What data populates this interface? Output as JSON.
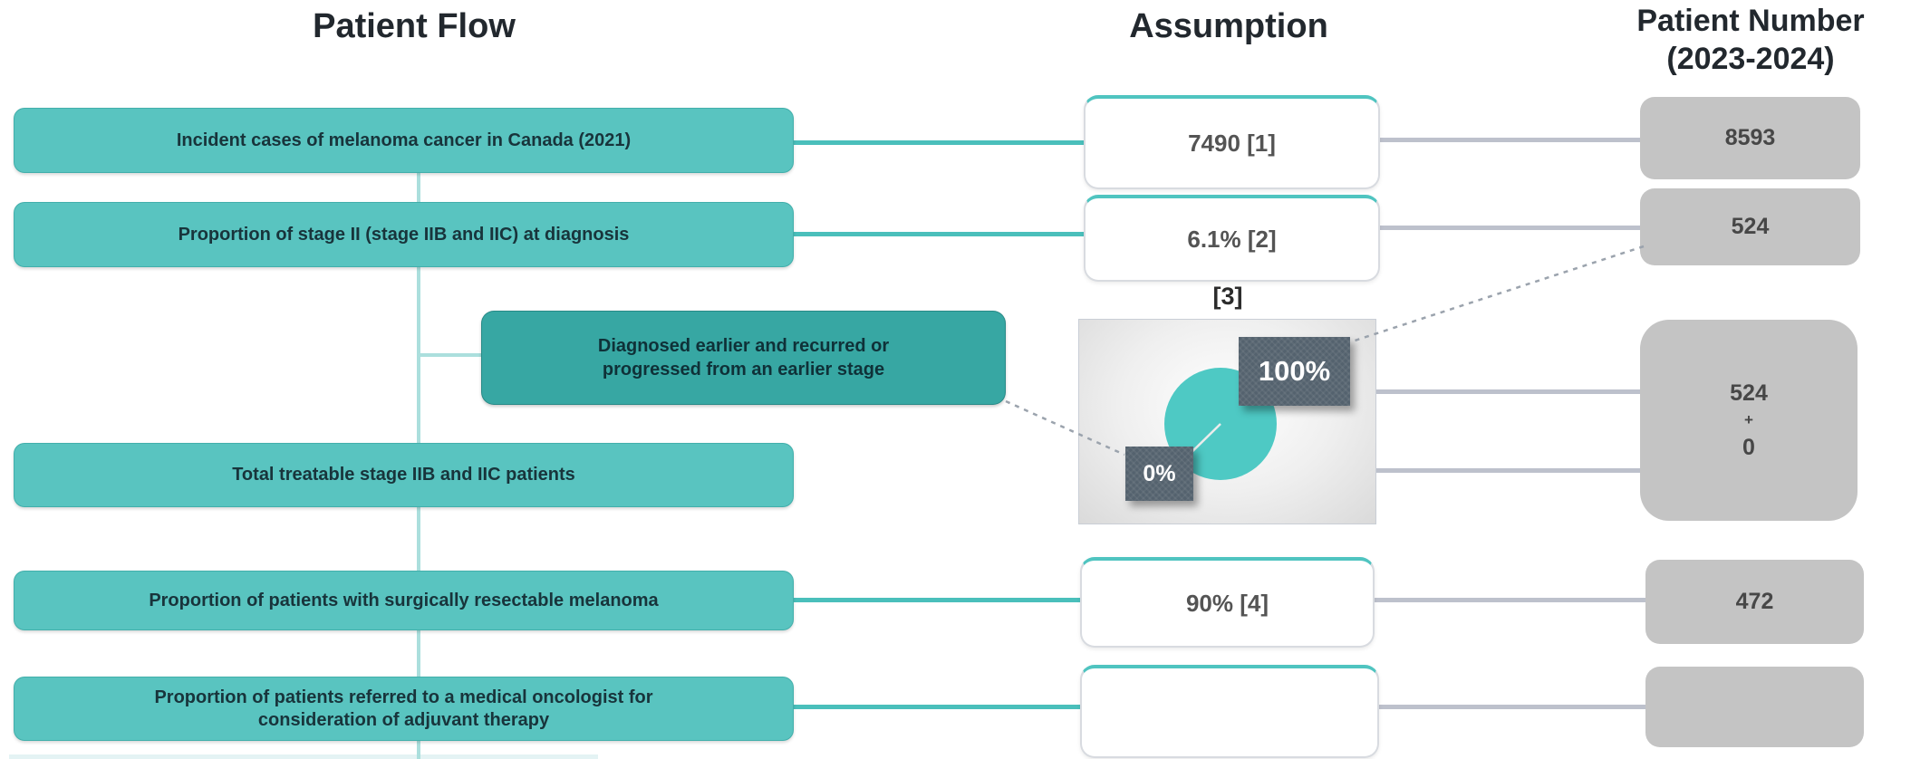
{
  "title_row": {
    "flow": "Patient Flow",
    "assumption": "Assumption",
    "patient_number_line1": "Patient Number",
    "patient_number_line2": "(2023-2024)"
  },
  "flow_rows": [
    {
      "label": "Incident cases of melanoma cancer in Canada (2021)",
      "assumption": "7490 [1]",
      "patients": "8593"
    },
    {
      "label": "Proportion of stage II (stage IIB and IIC) at diagnosis",
      "assumption": "6.1% [2]",
      "patients": "524"
    },
    {
      "label": "Total treatable stage IIB and IIC patients",
      "assumption_ref": "[3]",
      "patients": [
        "524",
        "+",
        "0"
      ]
    },
    {
      "label": "Proportion of patients with surgically resectable melanoma",
      "assumption": "90% [4]",
      "patients": "472"
    },
    {
      "label": "Proportion of patients referred to a medical oncologist for consideration of adjuvant therapy",
      "assumption": "",
      "patients": ""
    }
  ],
  "branch_box": {
    "label": "Diagnosed earlier and recurred or progressed from an earlier stage"
  },
  "pie": {
    "ref_label": "[3]",
    "slice_major_label": "100%",
    "slice_minor_label": "0%"
  },
  "chart_data": {
    "type": "pie",
    "labels": [
      "100%",
      "0%"
    ],
    "values": [
      100,
      0
    ],
    "title": "[3]",
    "legend": "none",
    "slice_color": "#4ec9c4"
  },
  "colors": {
    "flow_teal": "#59c4c0",
    "branch_teal": "#37a7a3",
    "spine_light_teal": "#abdfdd",
    "connector_teal": "#4abfbb",
    "connector_gray": "#bdc1cc",
    "number_box_gray": "#c4c4c4",
    "label_slate": "#54626e",
    "pie_teal": "#4ec9c4",
    "assumption_border_teal": "#4fc4c0"
  }
}
